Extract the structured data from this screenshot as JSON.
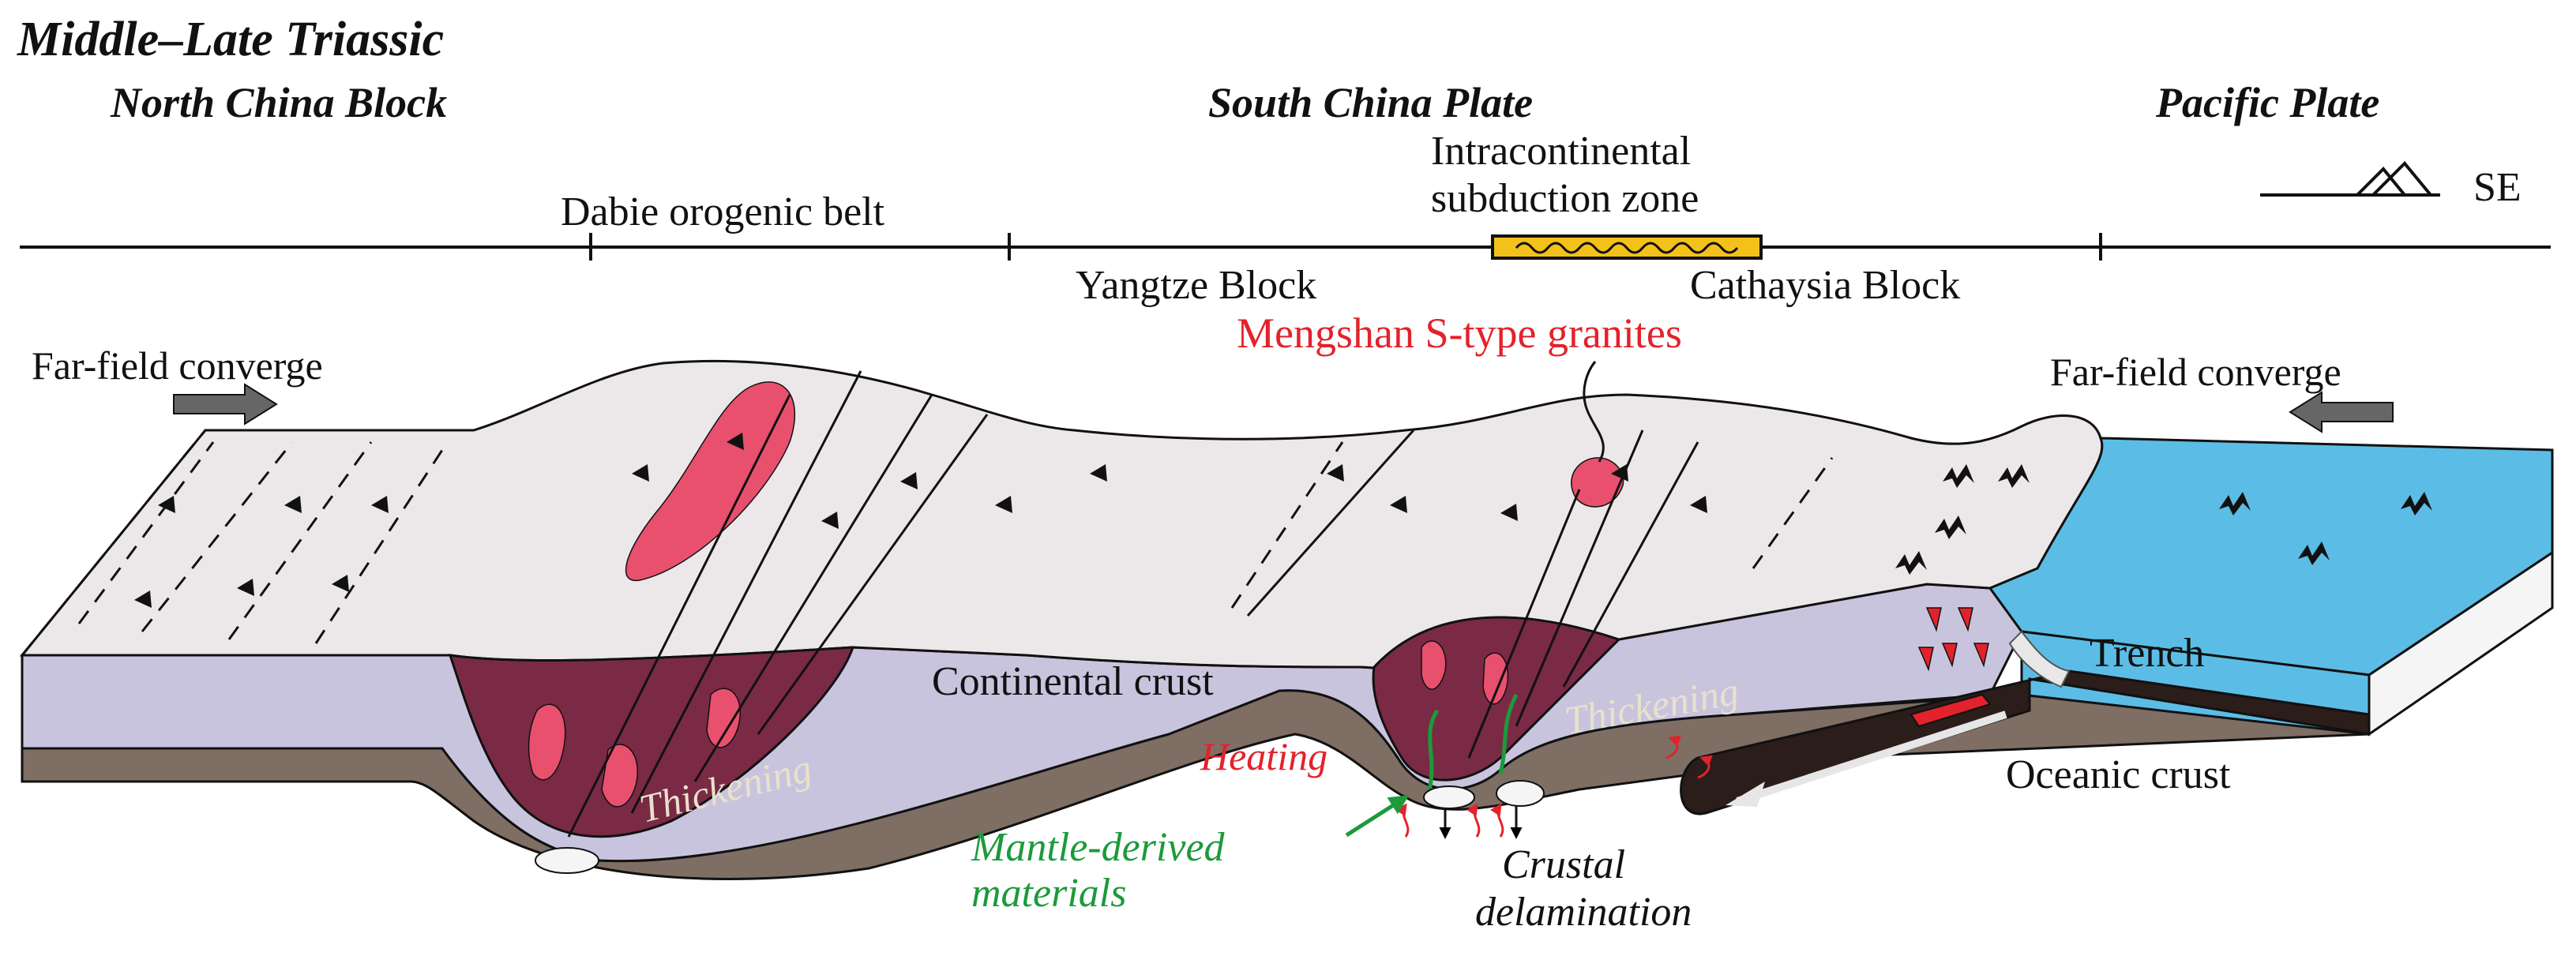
{
  "title": "Middle–Late Triassic",
  "plates": {
    "north_china": "North China Block",
    "south_china": "South China Plate",
    "pacific": "Pacific Plate"
  },
  "profile": {
    "dabie": "Dabie orogenic belt",
    "intracontinental_line1": "Intracontinental",
    "intracontinental_line2": "subduction zone",
    "yangtze": "Yangtze Block",
    "cathaysia": "Cathaysia Block",
    "direction": "SE"
  },
  "labels": {
    "far_field_left": "Far-field converge",
    "far_field_right": "Far-field converge",
    "mengshan": "Mengshan S-type granites",
    "continental_crust": "Continental crust",
    "trench": "Trench",
    "oceanic_crust": "Oceanic crust",
    "thickening_left": "Thickening",
    "thickening_right": "Thickening",
    "heating": "Heating",
    "mantle_line1": "Mantle-derived",
    "mantle_line2": "materials",
    "delam_line1": "Crustal",
    "delam_line2": "delamination"
  },
  "colors": {
    "surface": "#ece8ea",
    "crust": "#c9c4de",
    "mantle_lithosphere": "#7e6e64",
    "root": "#7a2a45",
    "granite": "#e8506e",
    "ocean": "#5bbde6",
    "subduction_zone": "#f3c21a",
    "red_text": "#e3222b",
    "green_text": "#1c9a3c"
  }
}
